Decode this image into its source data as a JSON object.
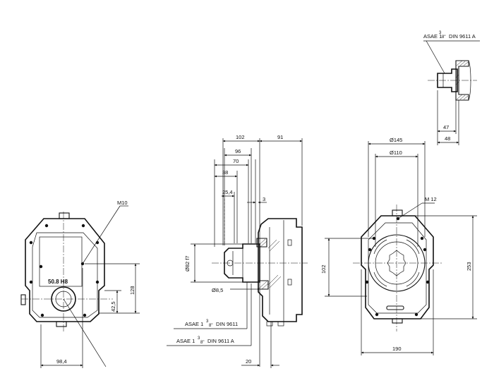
{
  "labels": {
    "m10": "M10",
    "fit": "50.8 H8",
    "m12": "M 12",
    "asae_a_top": "ASAE 1",
    "asae_b": "ASAE 1",
    "asae_c": "ASAE 1",
    "frac_num": "3",
    "frac_den": "8\"",
    "din_a": "DIN 9611 A",
    "din": "DIN 9611"
  },
  "dims": {
    "d98_4": "98,4",
    "d128": "128",
    "d42_5": "42,5",
    "d102_top": "102",
    "d91": "91",
    "d96": "96",
    "d70": "70",
    "d38": "38",
    "d25_4": "25,4",
    "d3": "3",
    "d82f7": "Ø82 f7",
    "d8_5": "Ø8,5",
    "d20": "20",
    "d145": "Ø145",
    "d110": "Ø110",
    "d102_side": "102",
    "d253": "253",
    "d190": "190",
    "d47": "47",
    "d48": "48"
  }
}
